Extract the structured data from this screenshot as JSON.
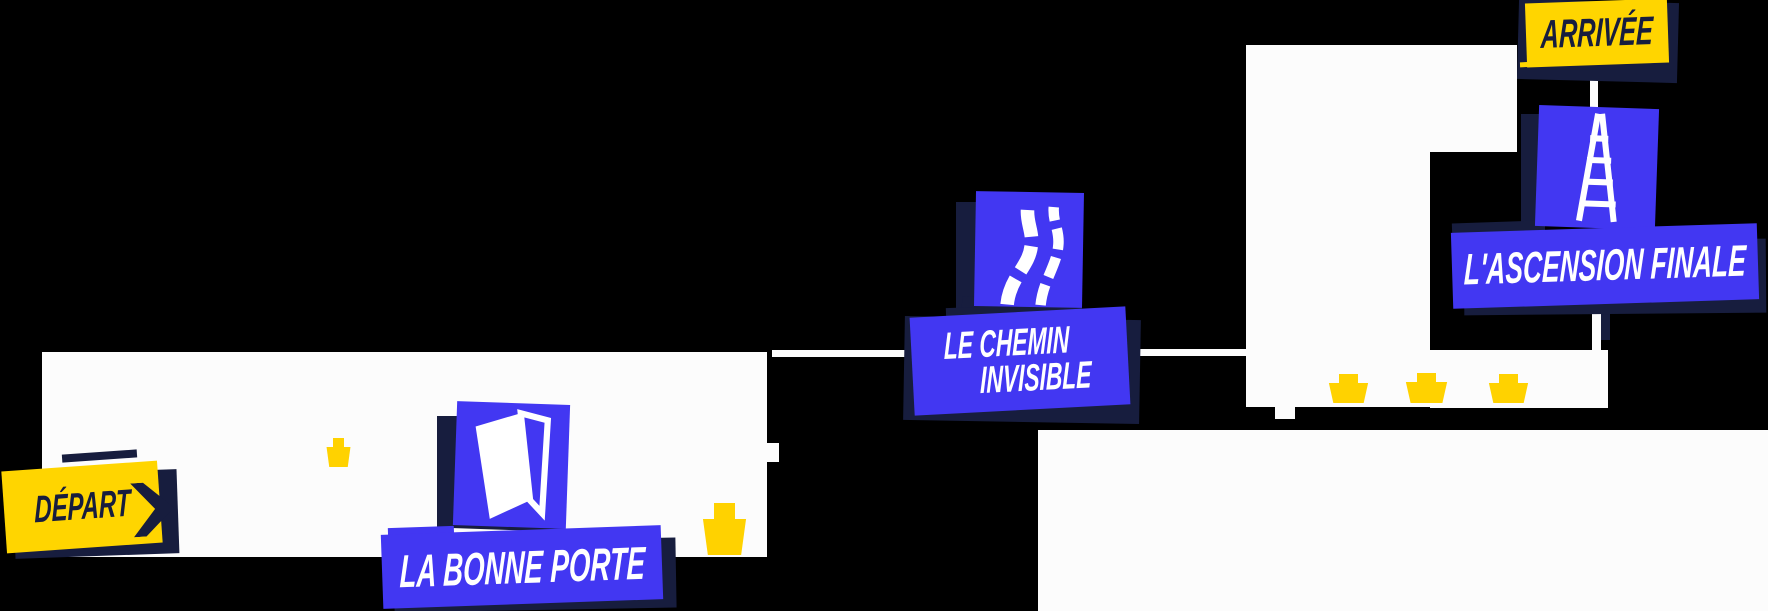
{
  "journey": {
    "start": {
      "label": "DÉPART"
    },
    "steps": [
      {
        "id": "porte",
        "title": "LA BONNE PORTE",
        "icon": "door-icon"
      },
      {
        "id": "chemin",
        "title_line1": "LE CHEMIN",
        "title_line2": "INVISIBLE",
        "icon": "road-icon"
      },
      {
        "id": "ascension",
        "title": "L'ASCENSION FINALE",
        "icon": "ladder-icon"
      }
    ],
    "finish": {
      "label": "ARRIVÉE"
    }
  },
  "decorations": {
    "gift_marker_count": 5
  },
  "colors": {
    "background": "#000000",
    "surface_white": "#FCFCFC",
    "brand_blue": "#4237F2",
    "brand_navy": "#171D3E",
    "brand_yellow": "#FFD500",
    "gift_yellow": "#FFD200",
    "text_on_blue": "#FFFFFF",
    "text_on_yellow": "#171D3E"
  }
}
